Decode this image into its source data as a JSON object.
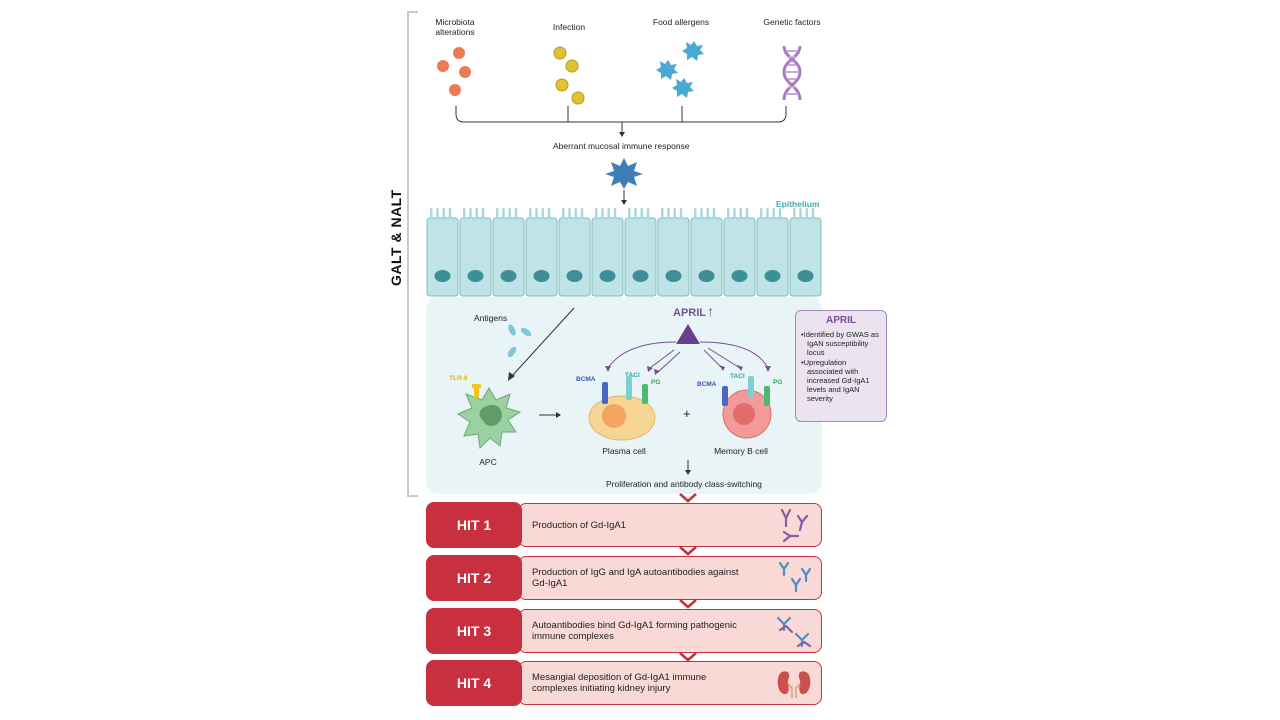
{
  "sidebar_title": "GALT & NALT",
  "sources": [
    {
      "label": "Microbiota alterations",
      "icon": "microbiota-icon"
    },
    {
      "label": "Infection",
      "icon": "infection-icon"
    },
    {
      "label": "Food allergens",
      "icon": "allergen-icon"
    },
    {
      "label": "Genetic factors",
      "icon": "dna-icon"
    }
  ],
  "aberrant_label": "Aberrant mucosal immune response",
  "epithelium_label": "Epithelium",
  "antigens_label": "Antigens",
  "tlr_label": "TLR-9",
  "apc_label": "APC",
  "april_label": "APRIL",
  "april_arrow": "↑",
  "plasma_cell_label": "Plasma cell",
  "memory_b_label": "Memory B cell",
  "plus": "+",
  "receptors": {
    "bcma": "BCMA",
    "taci": "TACI",
    "pg": "PG"
  },
  "proliferation_label": "Proliferation and antibody class-switching",
  "april_box": {
    "title": "APRIL",
    "bullets": [
      "Identified by GWAS as IgAN susceptibility locus",
      "Upregulation associated with increased Gd-IgA1 levels and IgAN severity"
    ]
  },
  "hits": [
    {
      "label": "HIT 1",
      "text": "Production of Gd-IgA1",
      "icon": "gd-iga1-antibody-icon"
    },
    {
      "label": "HIT 2",
      "text": "Production of IgG and IgA autoantibodies against Gd-IgA1",
      "icon": "autoantibody-icon"
    },
    {
      "label": "HIT 3",
      "text": "Autoantibodies bind Gd-IgA1 forming pathogenic immune complexes",
      "icon": "immune-complex-icon"
    },
    {
      "label": "HIT 4",
      "text": "Mesangial deposition of Gd-IgA1 immune complexes initiating kidney injury",
      "icon": "kidney-icon"
    }
  ],
  "colors": {
    "hit_red": "#c8303f",
    "hit_fill": "#f9d9d6",
    "panel": "#e8f4f5",
    "april_purple": "#7a4e98",
    "epithelium": "#bfe3e6"
  }
}
